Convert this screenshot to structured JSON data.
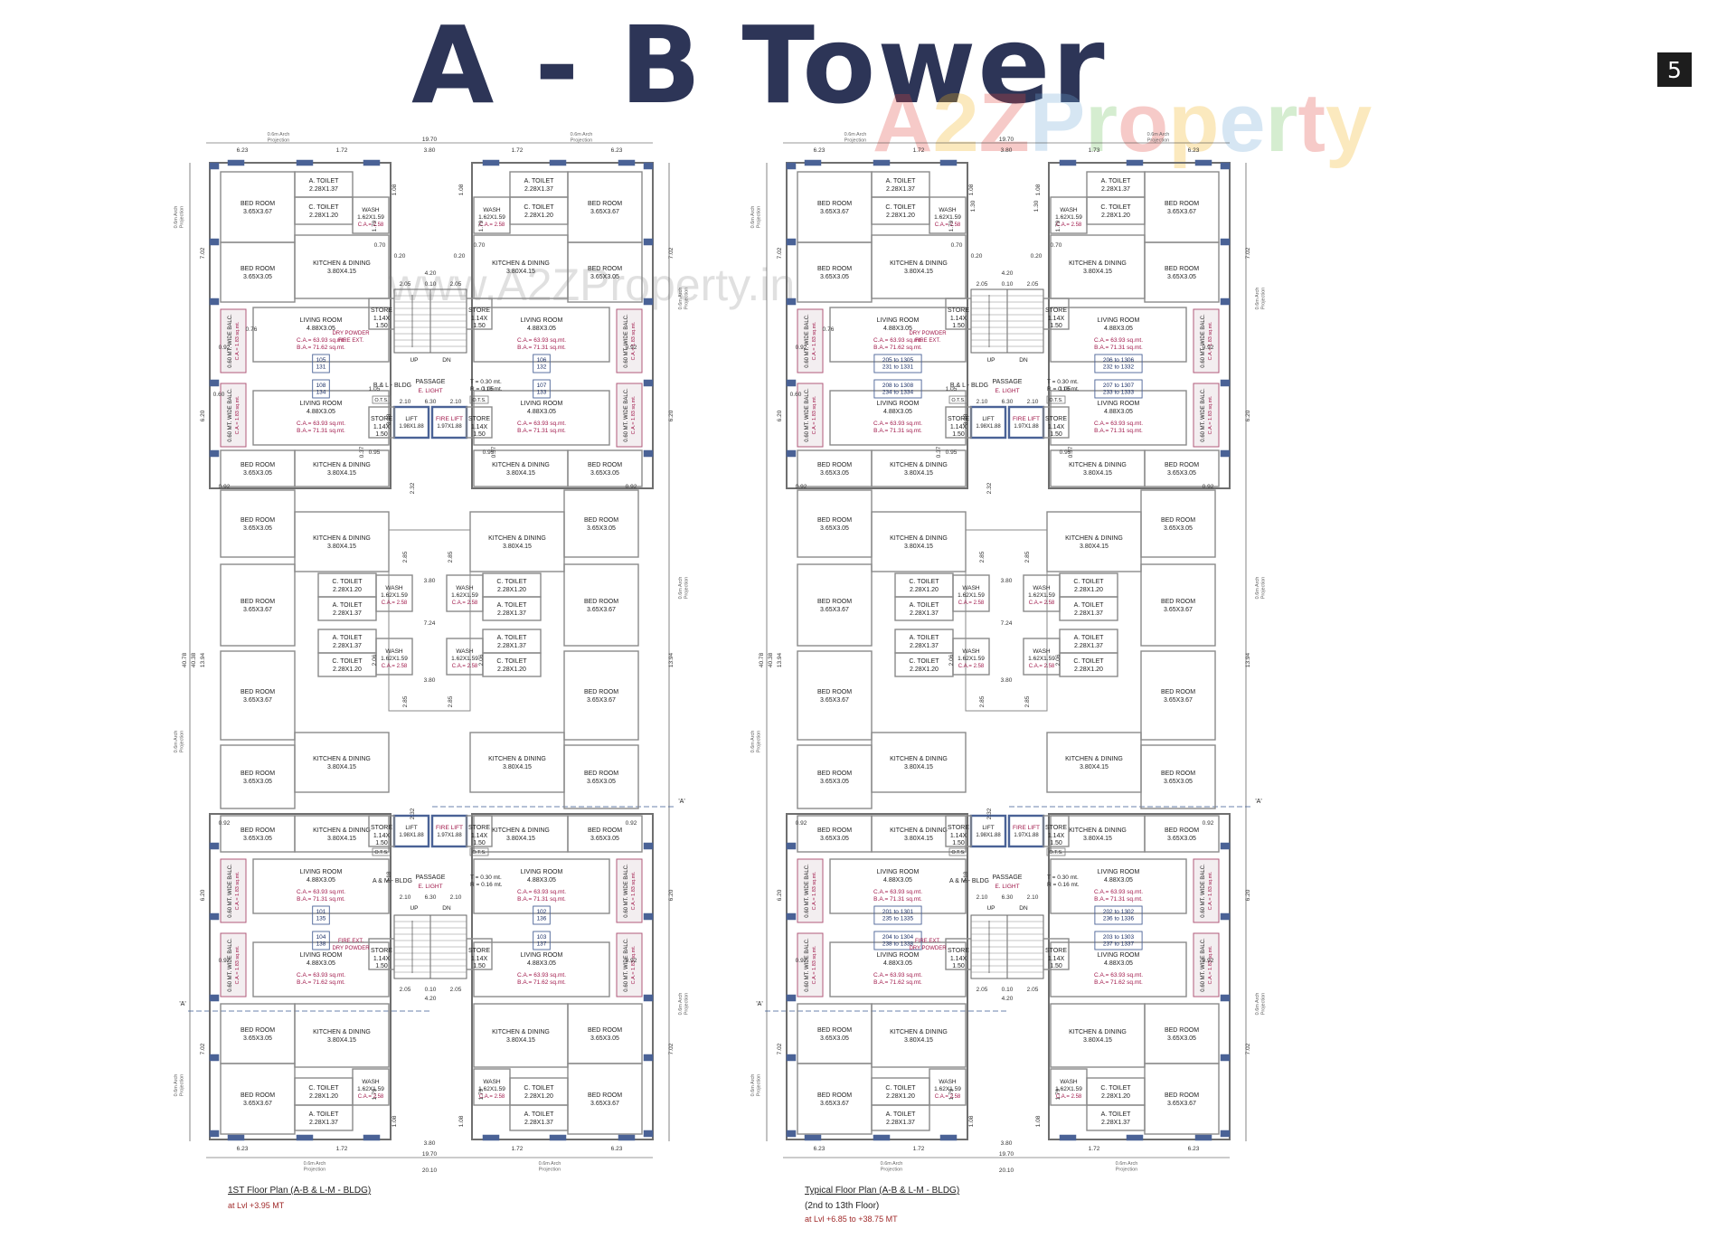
{
  "page": {
    "title": "A - B Tower",
    "page_number": "5",
    "watermark": "A2Z Property",
    "watermark_parts": [
      "A",
      "2",
      "Z",
      " ",
      "Property"
    ],
    "watermark_url": "www.A2ZProperty.in"
  },
  "colors": {
    "title": "#2d3557",
    "wall": "#8a8a8a",
    "column": "#4a6296",
    "area_text": "#a0184a",
    "unit_box": "#4a6296",
    "dimension": "#333333",
    "balcony_fill": "#f3eef0"
  },
  "plans": [
    {
      "caption": "1ST Floor Plan (A-B & L-M - BLDG)",
      "subcaption": "",
      "level": "at Lvl +3.95 MT",
      "top_bldg": "B & L - BLDG",
      "bottom_bldg": "A & M - BLDG",
      "units": [
        "105\n131",
        "108\n134",
        "106\n132",
        "107\n133",
        "101\n135",
        "104\n138",
        "102\n136",
        "103\n137"
      ]
    },
    {
      "caption": "Typical Floor Plan (A-B & L-M - BLDG)",
      "subcaption": "(2nd to 13th Floor)",
      "level": "at Lvl +6.85 to +38.75 MT",
      "top_bldg": "B & L - BLDG",
      "bottom_bldg": "A & M - BLDG",
      "units": [
        "205 to 1305\n231 to 1331",
        "208 to 1308\n234 to 1334",
        "206 to 1306\n232 to 1332",
        "207 to 1307\n233 to 1333",
        "201 to 1301\n235 to 1335",
        "204 to 1304\n238 to 1338",
        "202 to 1302\n236 to 1336",
        "203 to 1303\n237 to 1337"
      ]
    }
  ],
  "labels": {
    "bed_room": "BED ROOM",
    "bed_a": "3.65X3.67",
    "bed_b": "3.65X3.05",
    "a_toilet": "A. TOILET",
    "a_toilet_dim": "2.28X1.37",
    "c_toilet": "C. TOILET",
    "c_toilet_dim": "2.28X1.20",
    "wash": "WASH",
    "wash_dim": "1.62X1.59",
    "wash_area": "C.A.= 2.58",
    "wash_unit": "sq.mt.",
    "kitchen": "KITCHEN & DINING",
    "kitchen_dim": "3.80X4.15",
    "living": "LIVING ROOM",
    "living_dim": "4.88X3.05",
    "ca_living": "C.A.= 63.93 sq.mt.",
    "ba_living_a": "B.A.= 71.62 sq.mt.",
    "ba_living_b": "B.A.= 71.31 sq.mt.",
    "store": "STORE",
    "store_dim": "1.14X\n1.50",
    "lift": "LIFT",
    "lift_dim": "1.98X1.88",
    "fire_lift": "FIRE LIFT",
    "fire_lift_dim": "1.97X1.88",
    "passage": "PASSAGE",
    "e_light": "E. LIGHT",
    "tread": "T = 0.30 mt.",
    "riser": "R = 0.16 mt.",
    "up": "UP",
    "dn": "DN",
    "dry_powder": "DRY POWDER",
    "fire_ext": "FIRE EXT.",
    "balcony": "0.60 MT. WIDE BALC.",
    "balcony_area": "C.A.= 1.83 sq.mt.",
    "ots": "O.T.S.",
    "arch": "0.6m Arch\nProjection",
    "section_a": "'A'"
  },
  "dims": {
    "top_w": "6.23",
    "mid_a": "1.72",
    "mid_b": "3.80",
    "overall": "19.70",
    "overall_b": "20.10",
    "left_a": "7.02",
    "left_b": "6.20",
    "total_a": "40.78",
    "total_b": "40.38",
    "total_c": "13.94",
    "stair_w": "4.20",
    "stair_h": "2.05",
    "gap": "0.10",
    "pass_w": "6.30",
    "pass_a": "2.10",
    "corr": "7.24",
    "c1": "0.20",
    "c2": "0.70",
    "c3": "0.92",
    "c4": "1.05",
    "c5": "0.95",
    "c6": "2.85",
    "c7": "1.79",
    "c8": "2.06",
    "c9": "3.18",
    "c10": "2.32",
    "c11": "1.08",
    "c12": "1.30",
    "c13": "0.60",
    "c14": "0.37",
    "c15": "1.73",
    "c16": "0.76"
  }
}
